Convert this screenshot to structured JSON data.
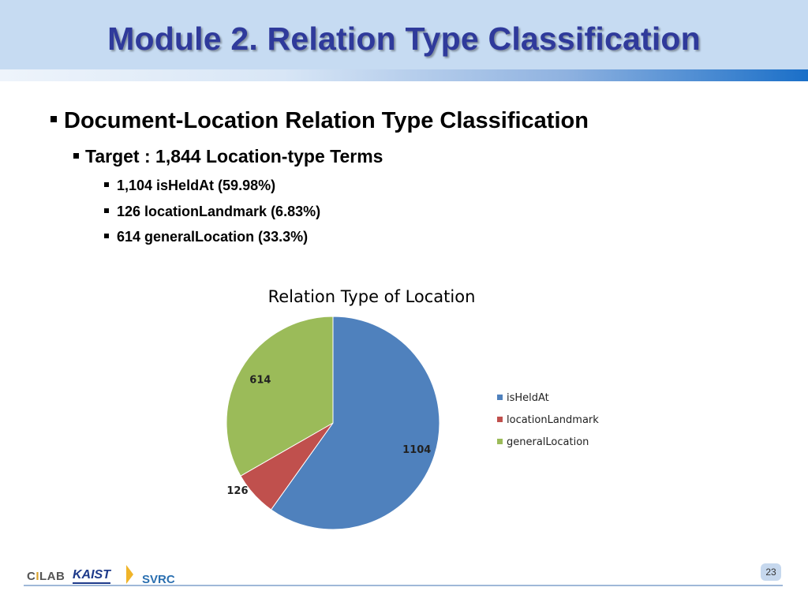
{
  "title": "Module 2. Relation Type Classification",
  "bullets": {
    "main": "Document-Location Relation Type Classification",
    "target": "Target : 1,844 Location-type Terms",
    "items": [
      "1,104 isHeldAt (59.98%)",
      "126 locationLandmark (6.83%)",
      "614 generalLocation (33.3%)"
    ]
  },
  "chart_data": {
    "type": "pie",
    "title": "Relation Type of Location",
    "categories": [
      "isHeldAt",
      "locationLandmark",
      "generalLocation"
    ],
    "values": [
      1104,
      126,
      614
    ],
    "data_labels": [
      "1104",
      "126",
      "614"
    ],
    "colors": [
      "#4f81bd",
      "#c0504d",
      "#9bbb59"
    ],
    "start_angle_deg": 0,
    "direction": "clockwise",
    "legend": "right"
  },
  "footer": {
    "logos": {
      "cilab_prefix": "C",
      "cilab_mark": "I",
      "cilab_suffix": "LAB",
      "kaist": "KAIST",
      "svrc": "SVRC"
    },
    "page_number": "23"
  }
}
